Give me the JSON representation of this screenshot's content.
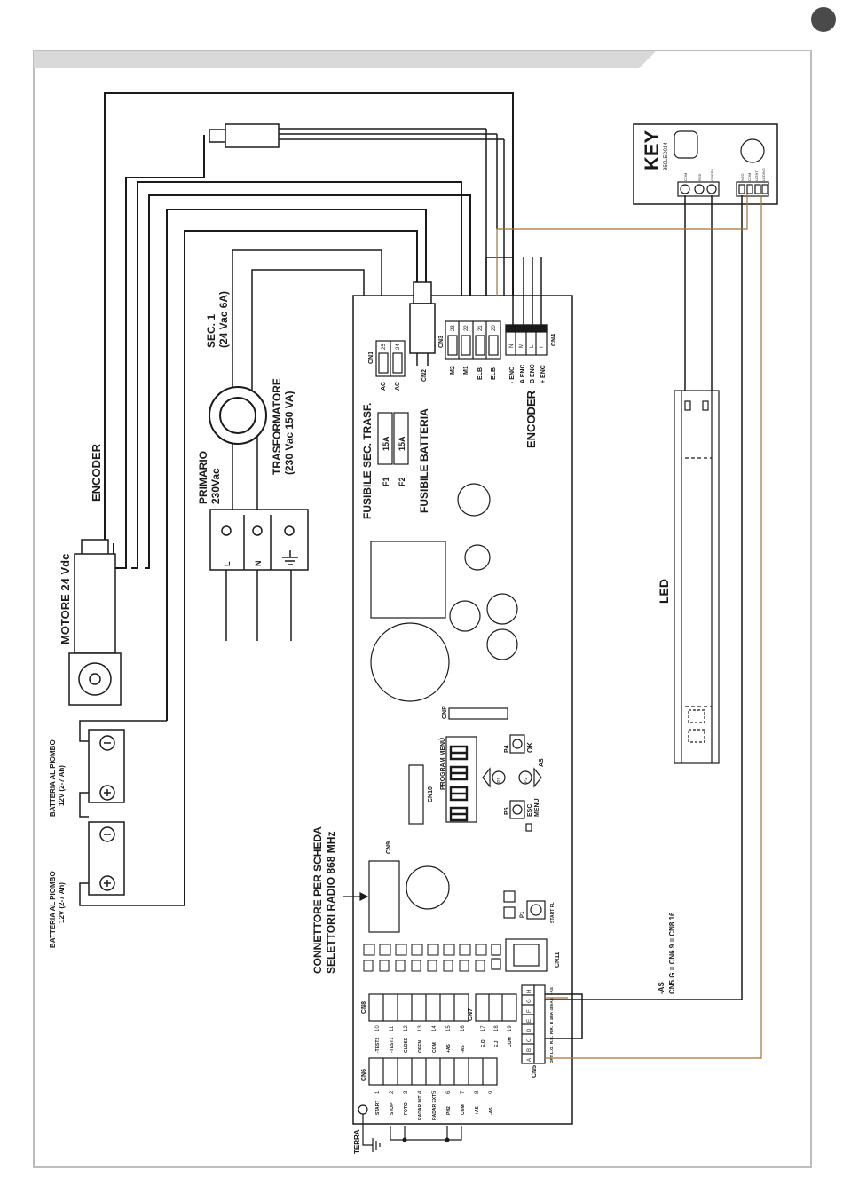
{
  "labels": {
    "encoder": "ENCODER",
    "motor": "MOTORE 24 Vdc",
    "battery1_title": "BATTERIA AL PIOMBO",
    "battery1_spec": "12V (2-7 Ah)",
    "battery2_title": "BATTERIA AL PIOMBO",
    "battery2_spec": "12V (2-7 Ah)",
    "primario": "PRIMARIO",
    "primario_v": "230Vac",
    "sec1": "SEC. 1",
    "sec1_v": "(24 Vac 6A)",
    "trasf": "TRASFORMATORE",
    "trasf_v": "(230 Vac 150 VA)",
    "term_l": "L",
    "term_n": "N",
    "fuse_sec": "FUSIBILE SEC. TRASF.",
    "fuse_batt": "FUSIBILE BATTERIA",
    "f1": "F1",
    "f2": "F2",
    "f1_val": "15A",
    "f2_val": "15A",
    "encoder_board": "ENCODER",
    "led": "LED",
    "key_brand": "KEY",
    "key_model": "850LED014",
    "key_pins": [
      "COM",
      "RED",
      "GREEN",
      "NEG",
      "COM",
      "LIGHT",
      "LEDING"
    ],
    "cn1": "CN1",
    "cn1_pins": [
      "25",
      "24"
    ],
    "cn1_labels": [
      "AC",
      "AC"
    ],
    "cn2": "CN2",
    "cn3": "CN3",
    "cn3_pins": [
      "23",
      "22",
      "21",
      "20"
    ],
    "cn3_labels": [
      "M2",
      "M1",
      "ELB",
      "ELB"
    ],
    "cn4": "CN4",
    "cn4_pins": [
      "N",
      "M",
      "L",
      "I"
    ],
    "cn4_labels": [
      "- ENC",
      "A ENC",
      "B ENC",
      "+ ENC"
    ],
    "cnp": "CNP",
    "cn10": "CN10",
    "program_menu": "PROGRAM MENÚ",
    "p4": "P4",
    "ok": "OK",
    "p5": "P5",
    "esc": "ESC",
    "menu": "MENU",
    "p1_btn": "P1",
    "p2_btn": "P2",
    "as_lbl": "AS",
    "cn9": "CN9",
    "radio1": "CONNETTORE PER SCHEDA",
    "radio2": "SELETTORI RADIO 868 MHz",
    "p1": "P1",
    "start_fl": "START FL",
    "cn11": "CN11",
    "cn8": "CN8",
    "cn8_pins": [
      "10",
      "11",
      "12",
      "13",
      "14",
      "15",
      "16"
    ],
    "cn8_labels": [
      "-TEST2",
      "-TEST1",
      "CLOSE",
      "OPEN",
      "COM",
      "+AS",
      "-AS"
    ],
    "cn7": "CN7",
    "cn7_pins": [
      "17",
      "18",
      "19"
    ],
    "cn7_labels": [
      "E.O",
      "E.J",
      "COM"
    ],
    "cn6": "CN6",
    "cn6_pins": [
      "1",
      "2",
      "3",
      "4",
      "5",
      "6",
      "7",
      "8",
      "9"
    ],
    "cn6_labels": [
      "START",
      "STOP",
      "FOTO",
      "RADAR INT",
      "RADAR EXT",
      "PH2",
      "COM",
      "+AS",
      "-AS"
    ],
    "cn5": "CN5",
    "cn5_pins": [
      "A",
      "B",
      "C",
      "D",
      "E",
      "F",
      "G",
      "H"
    ],
    "cn5_labels": [
      "OPT",
      "L.O.",
      "R.R.",
      "R.R.",
      "B 485",
      "A 485",
      "-AS",
      "+AS"
    ],
    "as_note1": "-AS",
    "as_note2": "CN5.G = CN6.9 = CN8.16",
    "terra": "TERRA"
  },
  "colors": {
    "wire": "#1a1a1a",
    "brown_wire": "#a0743a",
    "header_bar": "#d9d9d9",
    "frame": "#bdbdbd",
    "page_dot": "#4a4a4a"
  }
}
